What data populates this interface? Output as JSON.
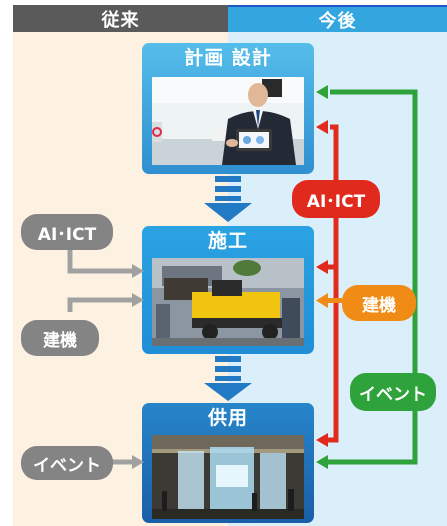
{
  "header": {
    "left_label": "従来",
    "right_label": "今後"
  },
  "stages": [
    {
      "id": "plan",
      "title": "計画 設計"
    },
    {
      "id": "construct",
      "title": "施工"
    },
    {
      "id": "use",
      "title": "供用"
    }
  ],
  "left_tags": {
    "ai_ict": "AI･ICT",
    "kenki": "建機",
    "event": "イベント"
  },
  "right_tags": {
    "ai_ict": "AI･ICT",
    "kenki": "建機",
    "event": "イベント"
  },
  "colors": {
    "accent_blue": "#33a6df",
    "red": "#e12a1e",
    "orange": "#f08c16",
    "green": "#2ea23b",
    "gray": "#848484"
  },
  "icons": [
    "down-arrow-icon",
    "right-arrow-icon",
    "left-arrow-icon"
  ]
}
